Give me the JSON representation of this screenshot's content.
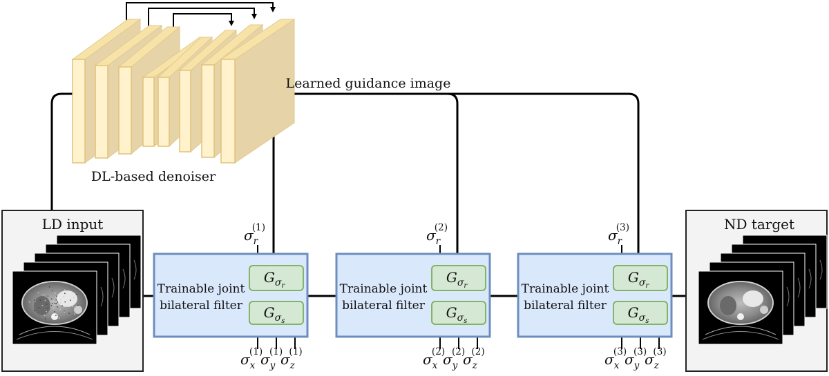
{
  "denoiser": {
    "label": "DL-based denoiser"
  },
  "guidance": {
    "label": "Learned guidance image"
  },
  "input": {
    "title": "LD input"
  },
  "target": {
    "title": "ND target"
  },
  "filters": [
    {
      "label_line1": "Trainable joint",
      "label_line2": "bilateral filter",
      "range_kernel": "G",
      "range_sub": "σ",
      "range_subsub": "r",
      "spatial_kernel": "G",
      "spatial_sub": "σ",
      "spatial_subsub": "s",
      "sigma_r": "σ",
      "sigma_r_sub": "r",
      "sigma_r_sup": "(1)",
      "sigma_x": "σ",
      "sigma_x_sub": "x",
      "sigma_x_sup": "(1)",
      "sigma_y": "σ",
      "sigma_y_sub": "y",
      "sigma_y_sup": "(1)",
      "sigma_z": "σ",
      "sigma_z_sub": "z",
      "sigma_z_sup": "(1)"
    },
    {
      "label_line1": "Trainable joint",
      "label_line2": "bilateral filter",
      "range_kernel": "G",
      "range_sub": "σ",
      "range_subsub": "r",
      "spatial_kernel": "G",
      "spatial_sub": "σ",
      "spatial_subsub": "s",
      "sigma_r": "σ",
      "sigma_r_sub": "r",
      "sigma_r_sup": "(2)",
      "sigma_x": "σ",
      "sigma_x_sub": "x",
      "sigma_x_sup": "(2)",
      "sigma_y": "σ",
      "sigma_y_sub": "y",
      "sigma_y_sup": "(2)",
      "sigma_z": "σ",
      "sigma_z_sub": "z",
      "sigma_z_sup": "(2)"
    },
    {
      "label_line1": "Trainable joint",
      "label_line2": "bilateral filter",
      "range_kernel": "G",
      "range_sub": "σ",
      "range_subsub": "r",
      "spatial_kernel": "G",
      "spatial_sub": "σ",
      "spatial_subsub": "s",
      "sigma_r": "σ",
      "sigma_r_sub": "r",
      "sigma_r_sup": "(3)",
      "sigma_x": "σ",
      "sigma_x_sub": "x",
      "sigma_x_sup": "(3)",
      "sigma_y": "σ",
      "sigma_y_sub": "y",
      "sigma_y_sup": "(3)",
      "sigma_z": "σ",
      "sigma_z_sub": "z",
      "sigma_z_sup": "(3)"
    }
  ],
  "colors": {
    "filter_fill": "#dae8fc",
    "filter_stroke": "#6c8ebf",
    "kernel_fill": "#d5e8d4",
    "kernel_stroke": "#82b366",
    "layer_fill": "#fff2cc",
    "layer_side": "#e6d3a8",
    "panel_fill": "#f3f3f3"
  }
}
